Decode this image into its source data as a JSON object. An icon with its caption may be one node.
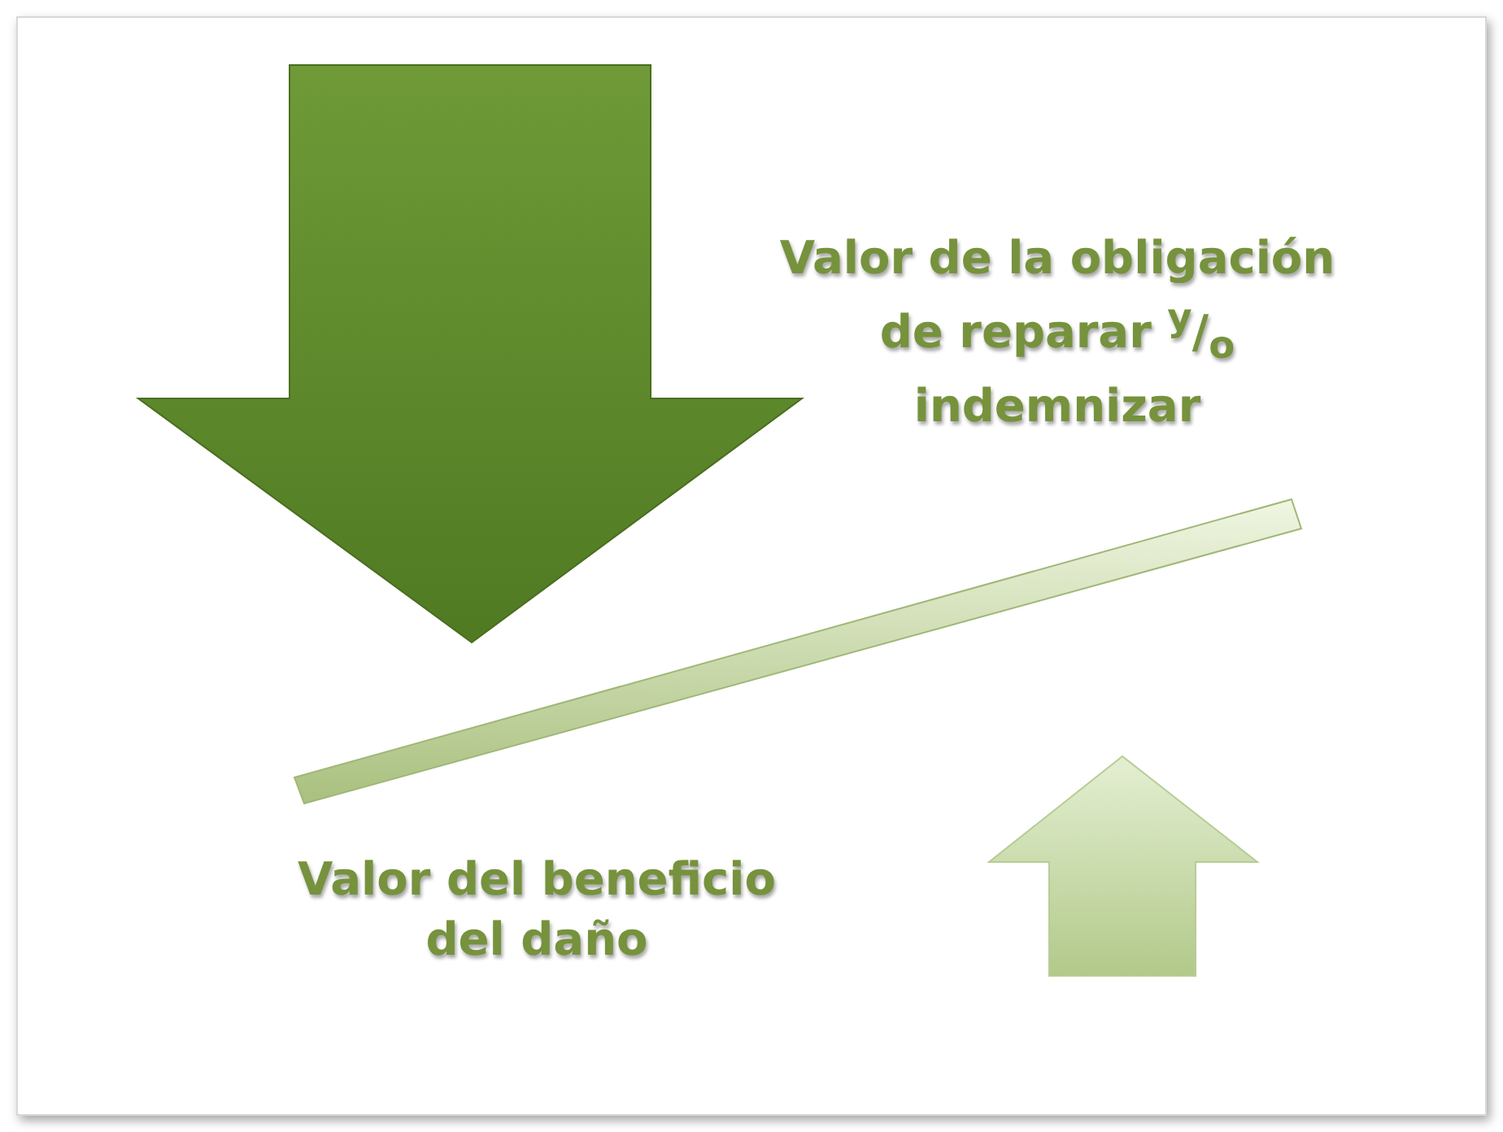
{
  "diagram": {
    "nodes": [
      {
        "text": [],
        "shape": "bar"
      }
    ],
    "labels": [
      "Valor de la obligación de reparar $^{y}$/$_{o}$ indemnizar",
      "Valor del beneficio del daño"
    ]
  }
}
